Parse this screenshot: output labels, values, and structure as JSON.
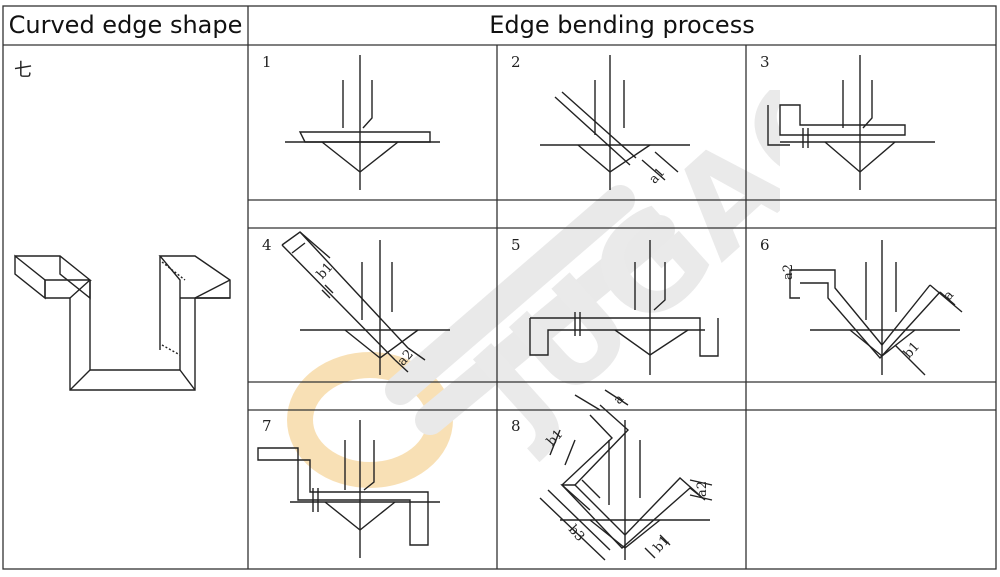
{
  "table": {
    "header_left": "Curved edge shape",
    "header_right": "Edge bending process",
    "row_label": "七"
  },
  "cells": [
    {
      "num": "1"
    },
    {
      "num": "2"
    },
    {
      "num": "3"
    },
    {
      "num": "4"
    },
    {
      "num": "5"
    },
    {
      "num": "6"
    },
    {
      "num": "7"
    },
    {
      "num": "8"
    }
  ],
  "dims": {
    "a": "a",
    "a1": "a1",
    "a2": "a2",
    "b1": "b1",
    "b3": "b3"
  },
  "watermark": {
    "text": "JUGAO",
    "color": "#d9d9d9",
    "accent": "#f4c87a"
  },
  "colors": {
    "line": "#222222",
    "grid": "#333333"
  }
}
